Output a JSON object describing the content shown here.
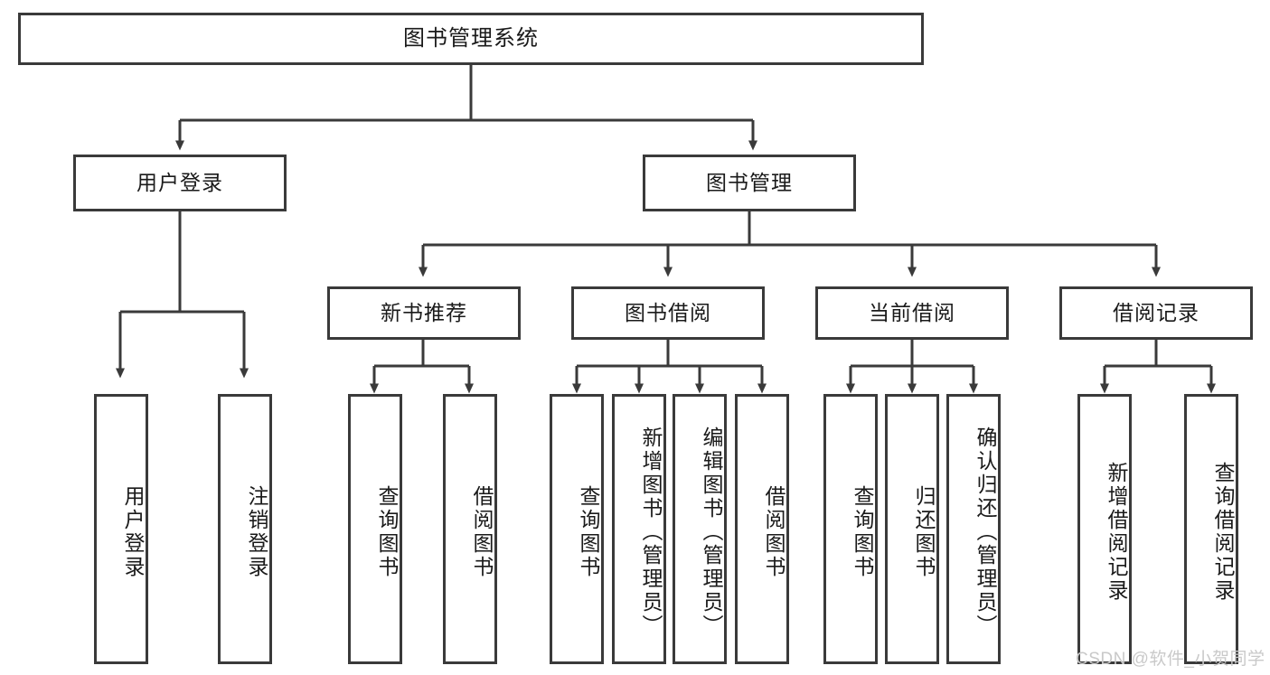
{
  "diagram": {
    "type": "tree",
    "title": "图书管理系统",
    "watermark": "CSDN @软件_小贺同学",
    "colors": {
      "box_border": "#3a3a3a",
      "box_fill": "#ffffff",
      "connector": "#3a3a3a",
      "text": "#1a1a1a",
      "watermark": "#c9c9c9"
    },
    "nodes": {
      "root": {
        "label": "图书管理系统"
      },
      "level2": [
        {
          "label": "用户登录"
        },
        {
          "label": "图书管理"
        }
      ],
      "level3": [
        {
          "label": "新书推荐"
        },
        {
          "label": "图书借阅"
        },
        {
          "label": "当前借阅"
        },
        {
          "label": "借阅记录"
        }
      ],
      "leaves_user_login": [
        {
          "label": "用户登录"
        },
        {
          "label": "注销登录"
        }
      ],
      "leaves_new_books": [
        {
          "label": "查询图书"
        },
        {
          "label": "借阅图书"
        }
      ],
      "leaves_borrow": [
        {
          "label": "查询图书"
        },
        {
          "label": "新增图书（管理员）"
        },
        {
          "label": "编辑图书（管理员）"
        },
        {
          "label": "借阅图书"
        }
      ],
      "leaves_current": [
        {
          "label": "查询图书"
        },
        {
          "label": "归还图书"
        },
        {
          "label": "确认归还（管理员）"
        }
      ],
      "leaves_records": [
        {
          "label": "新增借阅记录"
        },
        {
          "label": "查询借阅记录"
        }
      ]
    }
  }
}
